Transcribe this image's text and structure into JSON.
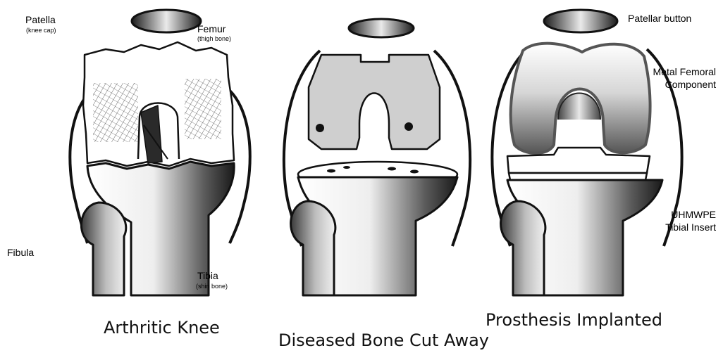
{
  "panels": [
    {
      "caption": "Arthritic Knee",
      "labels": {
        "patella": "Patella",
        "patella_sub": "(knee cap)",
        "femur": "Femur",
        "femur_sub": "(thigh bone)",
        "fibula": "Fibula",
        "tibia": "Tibia",
        "tibia_sub": "(shin bone)"
      }
    },
    {
      "caption": "Diseased Bone Cut Away"
    },
    {
      "caption": "Prosthesis Implanted",
      "labels": {
        "patellar_button": "Patellar button",
        "femoral_line1": "Metal Femoral",
        "femoral_line2": "Component",
        "tibial_line1": "UHMWPE",
        "tibial_line2": "Tibial Insert"
      }
    }
  ],
  "colors": {
    "outline": "#111111",
    "metal_dark": "#6a6a6a",
    "metal_light": "#f2f2f2",
    "flat_cut": "#cfcfcf"
  }
}
